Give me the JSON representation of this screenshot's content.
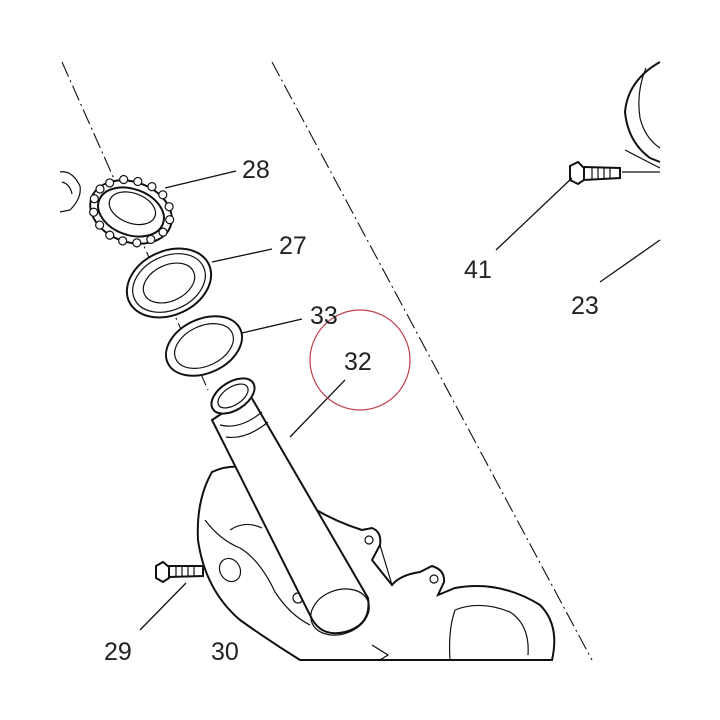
{
  "callouts": {
    "c28": "28",
    "c27": "27",
    "c33": "33",
    "c32": "32",
    "c41": "41",
    "c23": "23",
    "c29": "29",
    "c30": "30"
  },
  "highlight": {
    "target": "32",
    "color": "#c0404a"
  }
}
